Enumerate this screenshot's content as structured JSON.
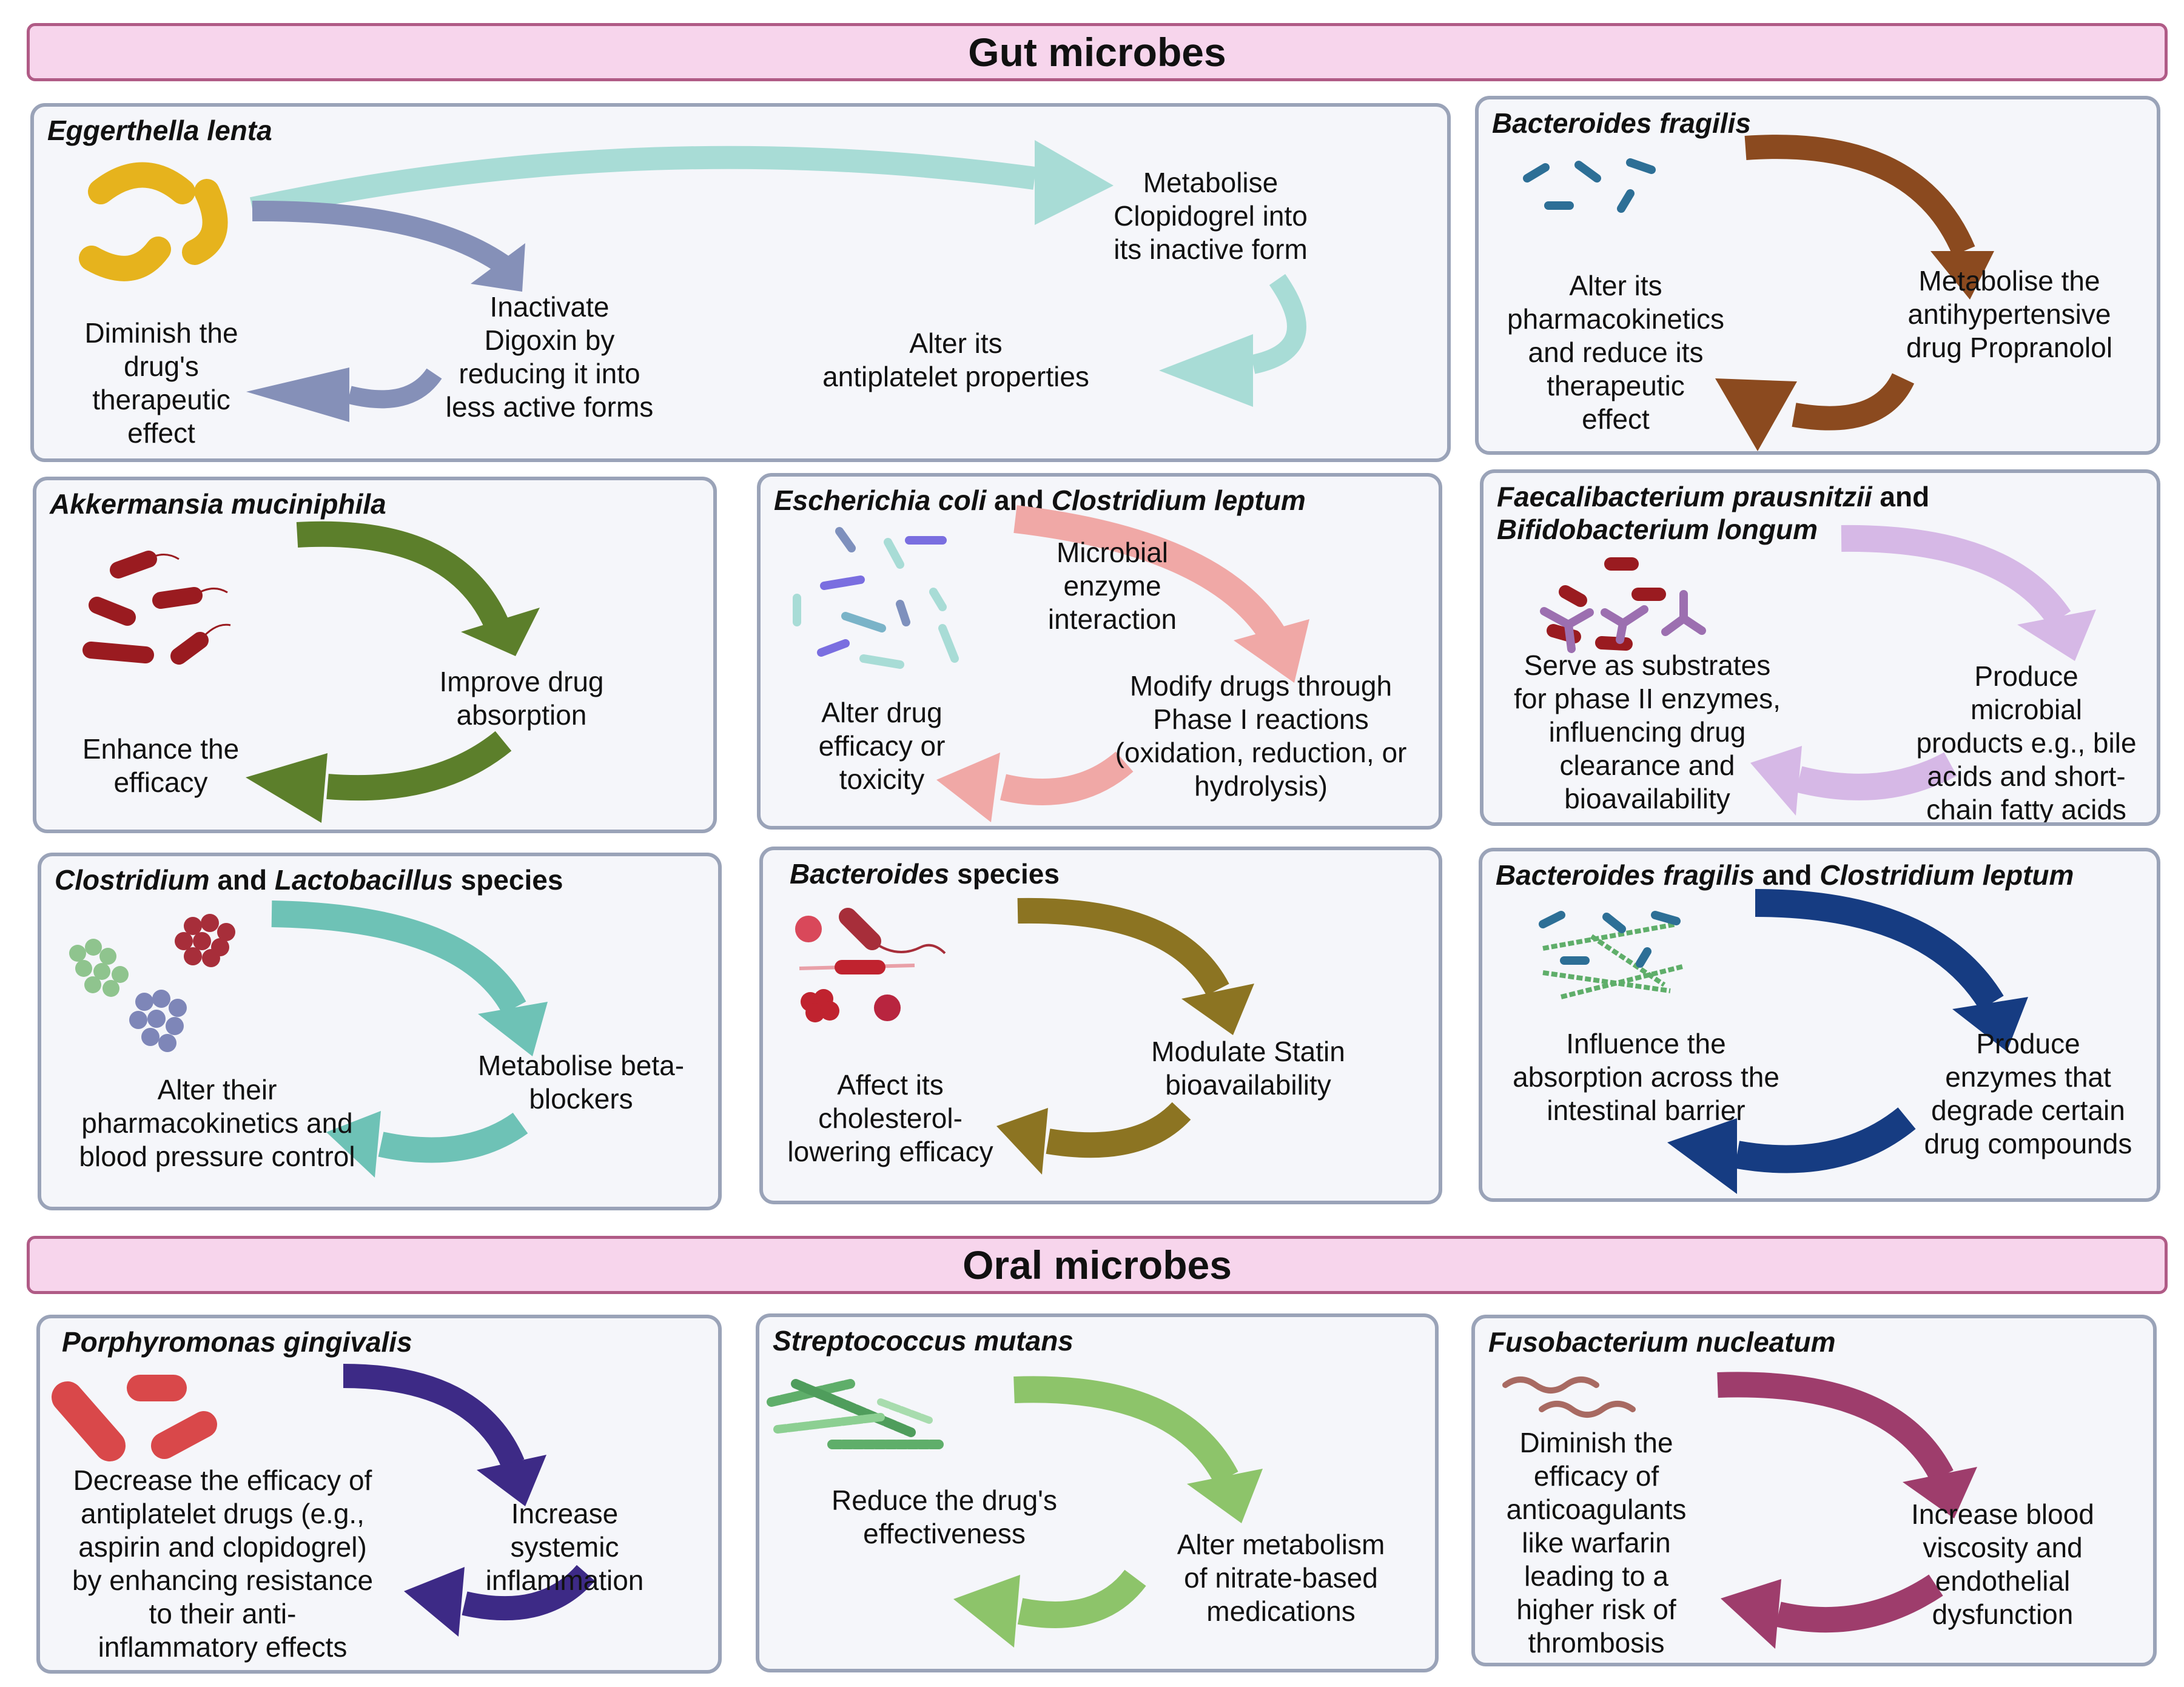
{
  "banners": {
    "gut": "Gut microbes",
    "oral": "Oral microbes"
  },
  "panels": [
    {
      "title": [
        {
          "t": "Eggerthella lenta",
          "i": true
        }
      ],
      "labels": [
        "Diminish the\ndrug's\ntherapeutic\neffect",
        "Inactivate\nDigoxin by\nreducing it into\nless active forms",
        "Metabolise\nClopidogrel into\nits inactive form",
        "Alter its\nantiplatelet properties"
      ]
    },
    {
      "title": [
        {
          "t": "Bacteroides fragilis",
          "i": true
        }
      ],
      "labels": [
        "Alter its\npharmacokinetics\nand reduce its\ntherapeutic\neffect",
        "Metabolise the\nantihypertensive\ndrug Propranolol"
      ]
    },
    {
      "title": [
        {
          "t": "Akkermansia muciniphila",
          "i": true
        }
      ],
      "labels": [
        "Improve drug\nabsorption",
        "Enhance the\nefficacy"
      ]
    },
    {
      "title": [
        {
          "t": "Escherichia coli",
          "i": true
        },
        {
          "t": " and ",
          "i": false
        },
        {
          "t": "Clostridium leptum",
          "i": true
        }
      ],
      "labels": [
        "Microbial\nenzyme\ninteraction",
        "Modify drugs through\nPhase I reactions\n(oxidation, reduction, or\nhydrolysis)",
        "Alter drug\nefficacy or\ntoxicity"
      ]
    },
    {
      "title": [
        {
          "t": "Faecalibacterium prausnitzii",
          "i": true
        },
        {
          "t": " and",
          "i": false
        }
      ],
      "title2": [
        {
          "t": "Bifidobacterium longum",
          "i": true
        }
      ],
      "labels": [
        "Serve as substrates\nfor phase II enzymes,\ninfluencing drug\nclearance and\nbioavailability",
        "Produce\nmicrobial\nproducts e.g., bile\nacids and short-\nchain fatty acids"
      ]
    },
    {
      "title": [
        {
          "t": "Clostridium",
          "i": true
        },
        {
          "t": " and ",
          "i": false
        },
        {
          "t": "Lactobacillus",
          "i": true
        },
        {
          "t": " species",
          "i": false
        }
      ],
      "labels": [
        "Metabolise beta-\nblockers",
        "Alter their\npharmacokinetics and\nblood pressure control"
      ]
    },
    {
      "title": [
        {
          "t": "Bacteroides",
          "i": true
        },
        {
          "t": " species",
          "i": false
        }
      ],
      "labels": [
        "Modulate Statin\nbioavailability",
        "Affect its\ncholesterol-\nlowering efficacy"
      ]
    },
    {
      "title": [
        {
          "t": "Bacteroides fragilis",
          "i": true
        },
        {
          "t": " and ",
          "i": false
        },
        {
          "t": "Clostridium leptum",
          "i": true
        }
      ],
      "labels": [
        "Influence the\nabsorption across the\nintestinal barrier",
        "Produce\nenzymes that\ndegrade certain\ndrug compounds"
      ]
    },
    {
      "title": [
        {
          "t": "Porphyromonas gingivalis",
          "i": true
        }
      ],
      "labels": [
        "Decrease the efficacy of\nantiplatelet drugs (e.g.,\naspirin and clopidogrel)\nby enhancing resistance\nto their anti-\ninflammatory effects",
        "Increase\nsystemic\ninflammation"
      ]
    },
    {
      "title": [
        {
          "t": "Streptococcus mutans",
          "i": true
        }
      ],
      "labels": [
        "Reduce the drug's\neffectiveness",
        "Alter metabolism\nof nitrate-based\nmedications"
      ]
    },
    {
      "title": [
        {
          "t": "Fusobacterium nucleatum",
          "i": true
        }
      ],
      "labels": [
        "Diminish the\nefficacy of\nanticoagulants\nlike warfarin\nleading to a\nhigher risk of\nthrombosis",
        "Increase blood\nviscosity and\nendothelial\ndysfunction"
      ]
    }
  ],
  "colors": {
    "egg_lower_arrows": "#8590b8",
    "egg_upper_arrows": "#a8dcd6",
    "bfrag_arrows": "#8b4a1f",
    "akk_arrows": "#5c7f2b",
    "ecoli_arrows": "#f0a8a6",
    "faecal_arrows": "#d6b8e6",
    "clos_lacto_arrows": "#6ec2b6",
    "bact_species_arrows": "#8c7422",
    "bfrag_clept_arrows": "#163c82",
    "porph_arrows": "#3d2a86",
    "strep_arrows": "#8dc46a",
    "fuso_arrows": "#9e3d6c"
  }
}
